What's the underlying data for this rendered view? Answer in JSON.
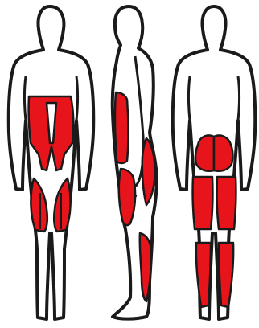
{
  "colors": {
    "background": "#ffffff",
    "outline": "#1a1a1a",
    "highlight": "#e8141b"
  },
  "figures": [
    {
      "view": "front",
      "highlighted_muscles": [
        "quadriceps",
        "hip-flexors"
      ]
    },
    {
      "view": "side",
      "highlighted_muscles": [
        "quadriceps",
        "hamstrings",
        "calves"
      ]
    },
    {
      "view": "back",
      "highlighted_muscles": [
        "gluteus",
        "hamstrings",
        "calves"
      ]
    }
  ]
}
